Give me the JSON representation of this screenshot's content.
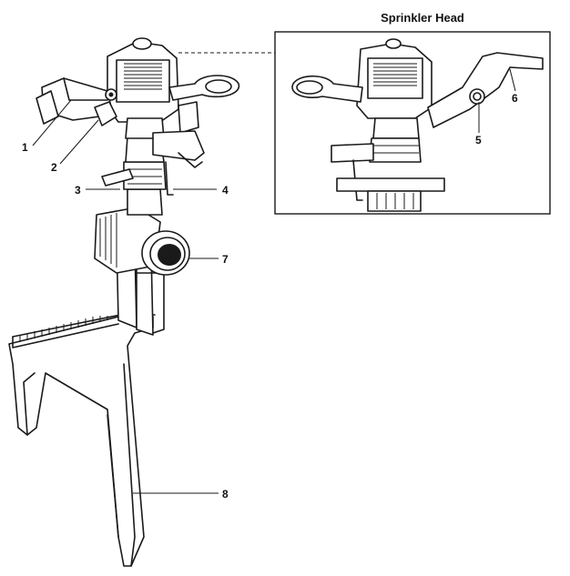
{
  "inset": {
    "title": "Sprinkler Head"
  },
  "callouts": [
    "1",
    "2",
    "3",
    "4",
    "5",
    "6",
    "7",
    "8"
  ],
  "colors": {
    "ink": "#1a1a1a",
    "background": "#ffffff"
  }
}
